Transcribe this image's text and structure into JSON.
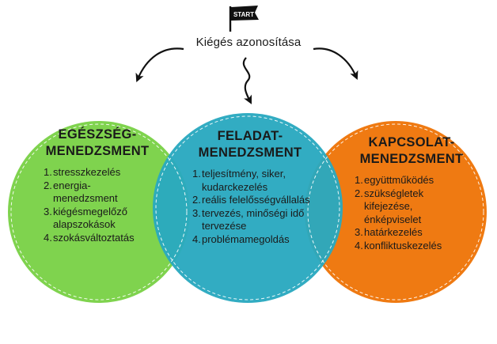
{
  "top_label": "Kiégés azonosítása",
  "start_flag": {
    "text": "START",
    "icon": "start-flag-icon"
  },
  "circles": {
    "left": {
      "color": "#7fd34e",
      "title_lines": [
        "EGÉSZSÉG-",
        "MENEDZSMENT"
      ],
      "items": [
        {
          "num": "1.",
          "text": "stresszkezelés"
        },
        {
          "num": "2.",
          "text": "energia-menedzsment"
        },
        {
          "num": "3.",
          "text": "kiégésmegelőző alapszokások"
        },
        {
          "num": "4.",
          "text": "szokásváltoztatás"
        }
      ]
    },
    "middle": {
      "color": "#2aa9bf",
      "title_lines": [
        "FELADAT-",
        "MENEDZSMENT"
      ],
      "items": [
        {
          "num": "1.",
          "text": "teljesítmény, siker, kudarckezelés"
        },
        {
          "num": "2.",
          "text": "reális felelősségvállalás"
        },
        {
          "num": "3.",
          "text": "tervezés, minőségi idő tervezése"
        },
        {
          "num": "4.",
          "text": "problémamegoldás"
        }
      ]
    },
    "right": {
      "color": "#ef7a12",
      "title_lines": [
        "KAPCSOLAT-",
        "MENEDZSMENT"
      ],
      "items": [
        {
          "num": "1.",
          "text": "együttműködés"
        },
        {
          "num": "2.",
          "text": "szükségletek kifejezése, énképviselet"
        },
        {
          "num": "3.",
          "text": "határkezelés"
        },
        {
          "num": "4.",
          "text": "konfliktuskezelés"
        }
      ]
    }
  }
}
